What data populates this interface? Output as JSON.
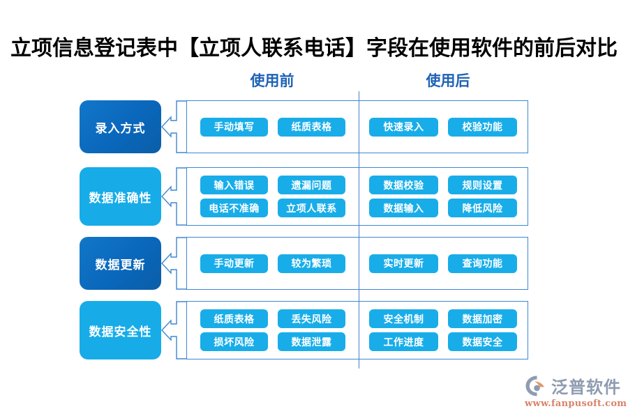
{
  "title": "立项信息登记表中【立项人联系电话】字段在使用软件的前后对比",
  "columns": {
    "before_label": "使用前",
    "after_label": "使用后"
  },
  "colors": {
    "label_dark_blue": "#0a67bb",
    "label_light_blue": "#17ace8",
    "chip_blue": "#18ade9",
    "panel_border": "#3e86d0",
    "divider": "#4a7fc8",
    "header_text": "#1d62b5",
    "title_text": "#000000",
    "logo_text": "#8e9bb0",
    "logo_url": "#d8836a",
    "logo_accent": "#e09a6a"
  },
  "rows": [
    {
      "category": "录入方式",
      "style": "dark",
      "before": [
        [
          "手动填写",
          "纸质表格"
        ]
      ],
      "after": [
        [
          "快速录入",
          "校验功能"
        ]
      ]
    },
    {
      "category": "数据准确性",
      "style": "light",
      "before": [
        [
          "输入错误",
          "遗漏问题"
        ],
        [
          "电话不准确",
          "立项人联系"
        ]
      ],
      "after": [
        [
          "数据校验",
          "规则设置"
        ],
        [
          "数据输入",
          "降低风险"
        ]
      ]
    },
    {
      "category": "数据更新",
      "style": "dark",
      "before": [
        [
          "手动更新",
          "较为繁琐"
        ]
      ],
      "after": [
        [
          "实时更新",
          "查询功能"
        ]
      ]
    },
    {
      "category": "数据安全性",
      "style": "light",
      "before": [
        [
          "纸质表格",
          "丢失风险"
        ],
        [
          "损坏风险",
          "数据泄露"
        ]
      ],
      "after": [
        [
          "安全机制",
          "数据加密"
        ],
        [
          "工作进度",
          "数据安全"
        ]
      ]
    }
  ],
  "logo": {
    "name": "泛普软件",
    "url": "www.fanpusoft.com"
  }
}
